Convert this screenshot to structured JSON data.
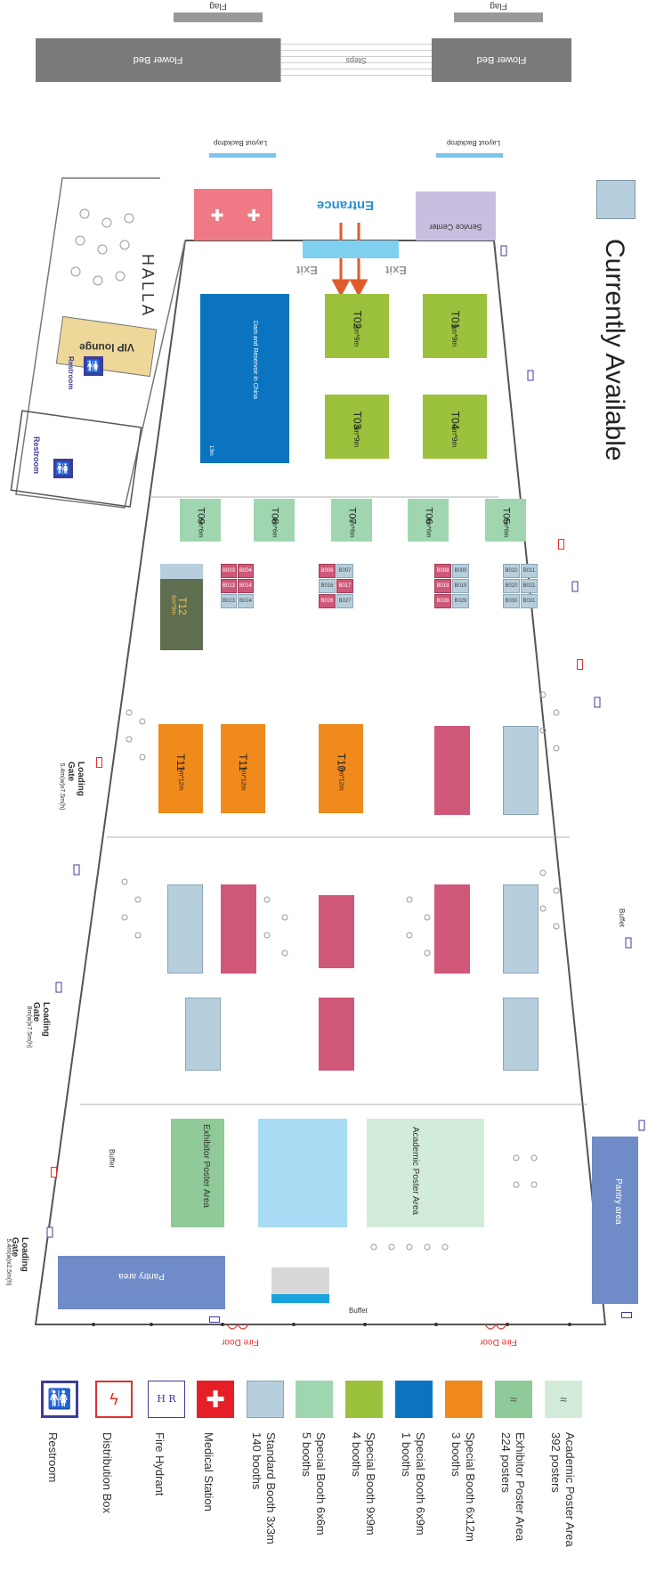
{
  "top": {
    "flag_left": "Flag",
    "flag_right": "Flag",
    "flowerbed_left": "Flower Bed",
    "flowerbed_right": "Flower Bed",
    "steps": "Steps",
    "backdrop_left": "Layout Backdrop",
    "backdrop_right": "Layout Backdrop"
  },
  "entrance": {
    "label": "Entrance",
    "exit_left": "Exit",
    "exit_right": "Exit",
    "service": "Service Center"
  },
  "halla": {
    "label": "HALLA",
    "vip": "VIP lounge",
    "restroom1": "Restroom",
    "restroom2": "Restroom"
  },
  "status": {
    "label": "Currently Available",
    "swatch_color": "#b7cfdd"
  },
  "special9": [
    {
      "id": "T01",
      "size": "9m*9m"
    },
    {
      "id": "T02",
      "size": "9m*9m"
    },
    {
      "id": "T03",
      "size": "9m*9m"
    },
    {
      "id": "T04",
      "size": "9m*9m"
    }
  ],
  "dam": {
    "label": "Dam and Reservoir in China",
    "dim": "13m"
  },
  "special6": [
    {
      "id": "T05",
      "size": "6m*6m"
    },
    {
      "id": "T06",
      "size": "6m*6m"
    },
    {
      "id": "T07",
      "size": "6m*6m"
    },
    {
      "id": "T08",
      "size": "6m*6m"
    },
    {
      "id": "T09",
      "size": "6m*6m"
    }
  ],
  "t12": {
    "id": "T12",
    "size": "6m*9m"
  },
  "orange": [
    {
      "id": "T10",
      "size": "6m*12m"
    },
    {
      "id": "T11",
      "size": "6m*12m"
    },
    {
      "id": "T11",
      "size": "6m*12m"
    }
  ],
  "gates": {
    "gate1": "Loading Gate",
    "gate1_size": "5.4m(w)x7.5m(h)",
    "gate2": "Loading Gate",
    "gate2_size": "8m(w)x7.5m(h)",
    "gate3": "Loading Gate",
    "gate3_size": "5.4m(w)x2.5m(h)"
  },
  "buffet": {
    "label": "Buffet"
  },
  "areas": {
    "exhibitor": "Exhibitor Poster Area",
    "academic": "Academic Poster Area",
    "pantry_left": "Pantry area",
    "pantry_right": "Pantry area"
  },
  "fire_door": "Fire Door",
  "rows": {
    "r1a": [
      "B010",
      "B011",
      "B020",
      "B021",
      "B030",
      "B031"
    ],
    "r1b": [
      "B008",
      "B009",
      "B018",
      "B019",
      "B028",
      "B029"
    ],
    "r1c": [
      "B006",
      "B007",
      "B016",
      "B017",
      "B026",
      "B027"
    ],
    "r1d": [
      "B003",
      "B004",
      "B013",
      "B014",
      "B023",
      "B024"
    ]
  },
  "legend": [
    {
      "label": "Restroom",
      "sub": ""
    },
    {
      "label": "Distribution Box",
      "sub": ""
    },
    {
      "label": "Fire Hydrant",
      "sub": ""
    },
    {
      "label": "Medical Station",
      "sub": ""
    },
    {
      "label": "Standard Booth 3x3m",
      "sub": "140 booths"
    },
    {
      "label": "Special Booth 6x6m",
      "sub": "5 booths"
    },
    {
      "label": "Special Booth 9x9m",
      "sub": "4 booths"
    },
    {
      "label": "Special Booth 6x9m",
      "sub": "1 booths"
    },
    {
      "label": "Special Booth 6x12m",
      "sub": "3 booths"
    },
    {
      "label": "Exhibitor Poster Area",
      "sub": "224 posters"
    },
    {
      "label": "Academic Poster Area",
      "sub": "392 posters"
    }
  ],
  "legend_hydrant_text": "H R",
  "colors": {
    "standard": "#b7cfdd",
    "special6": "#9fd6b0",
    "special9": "#9bc13d",
    "special69": "#0b74c0",
    "special612": "#f08a1c",
    "exhibitor": "#8fca98",
    "academic": "#d3ecd9",
    "pink": "#cf5878"
  }
}
